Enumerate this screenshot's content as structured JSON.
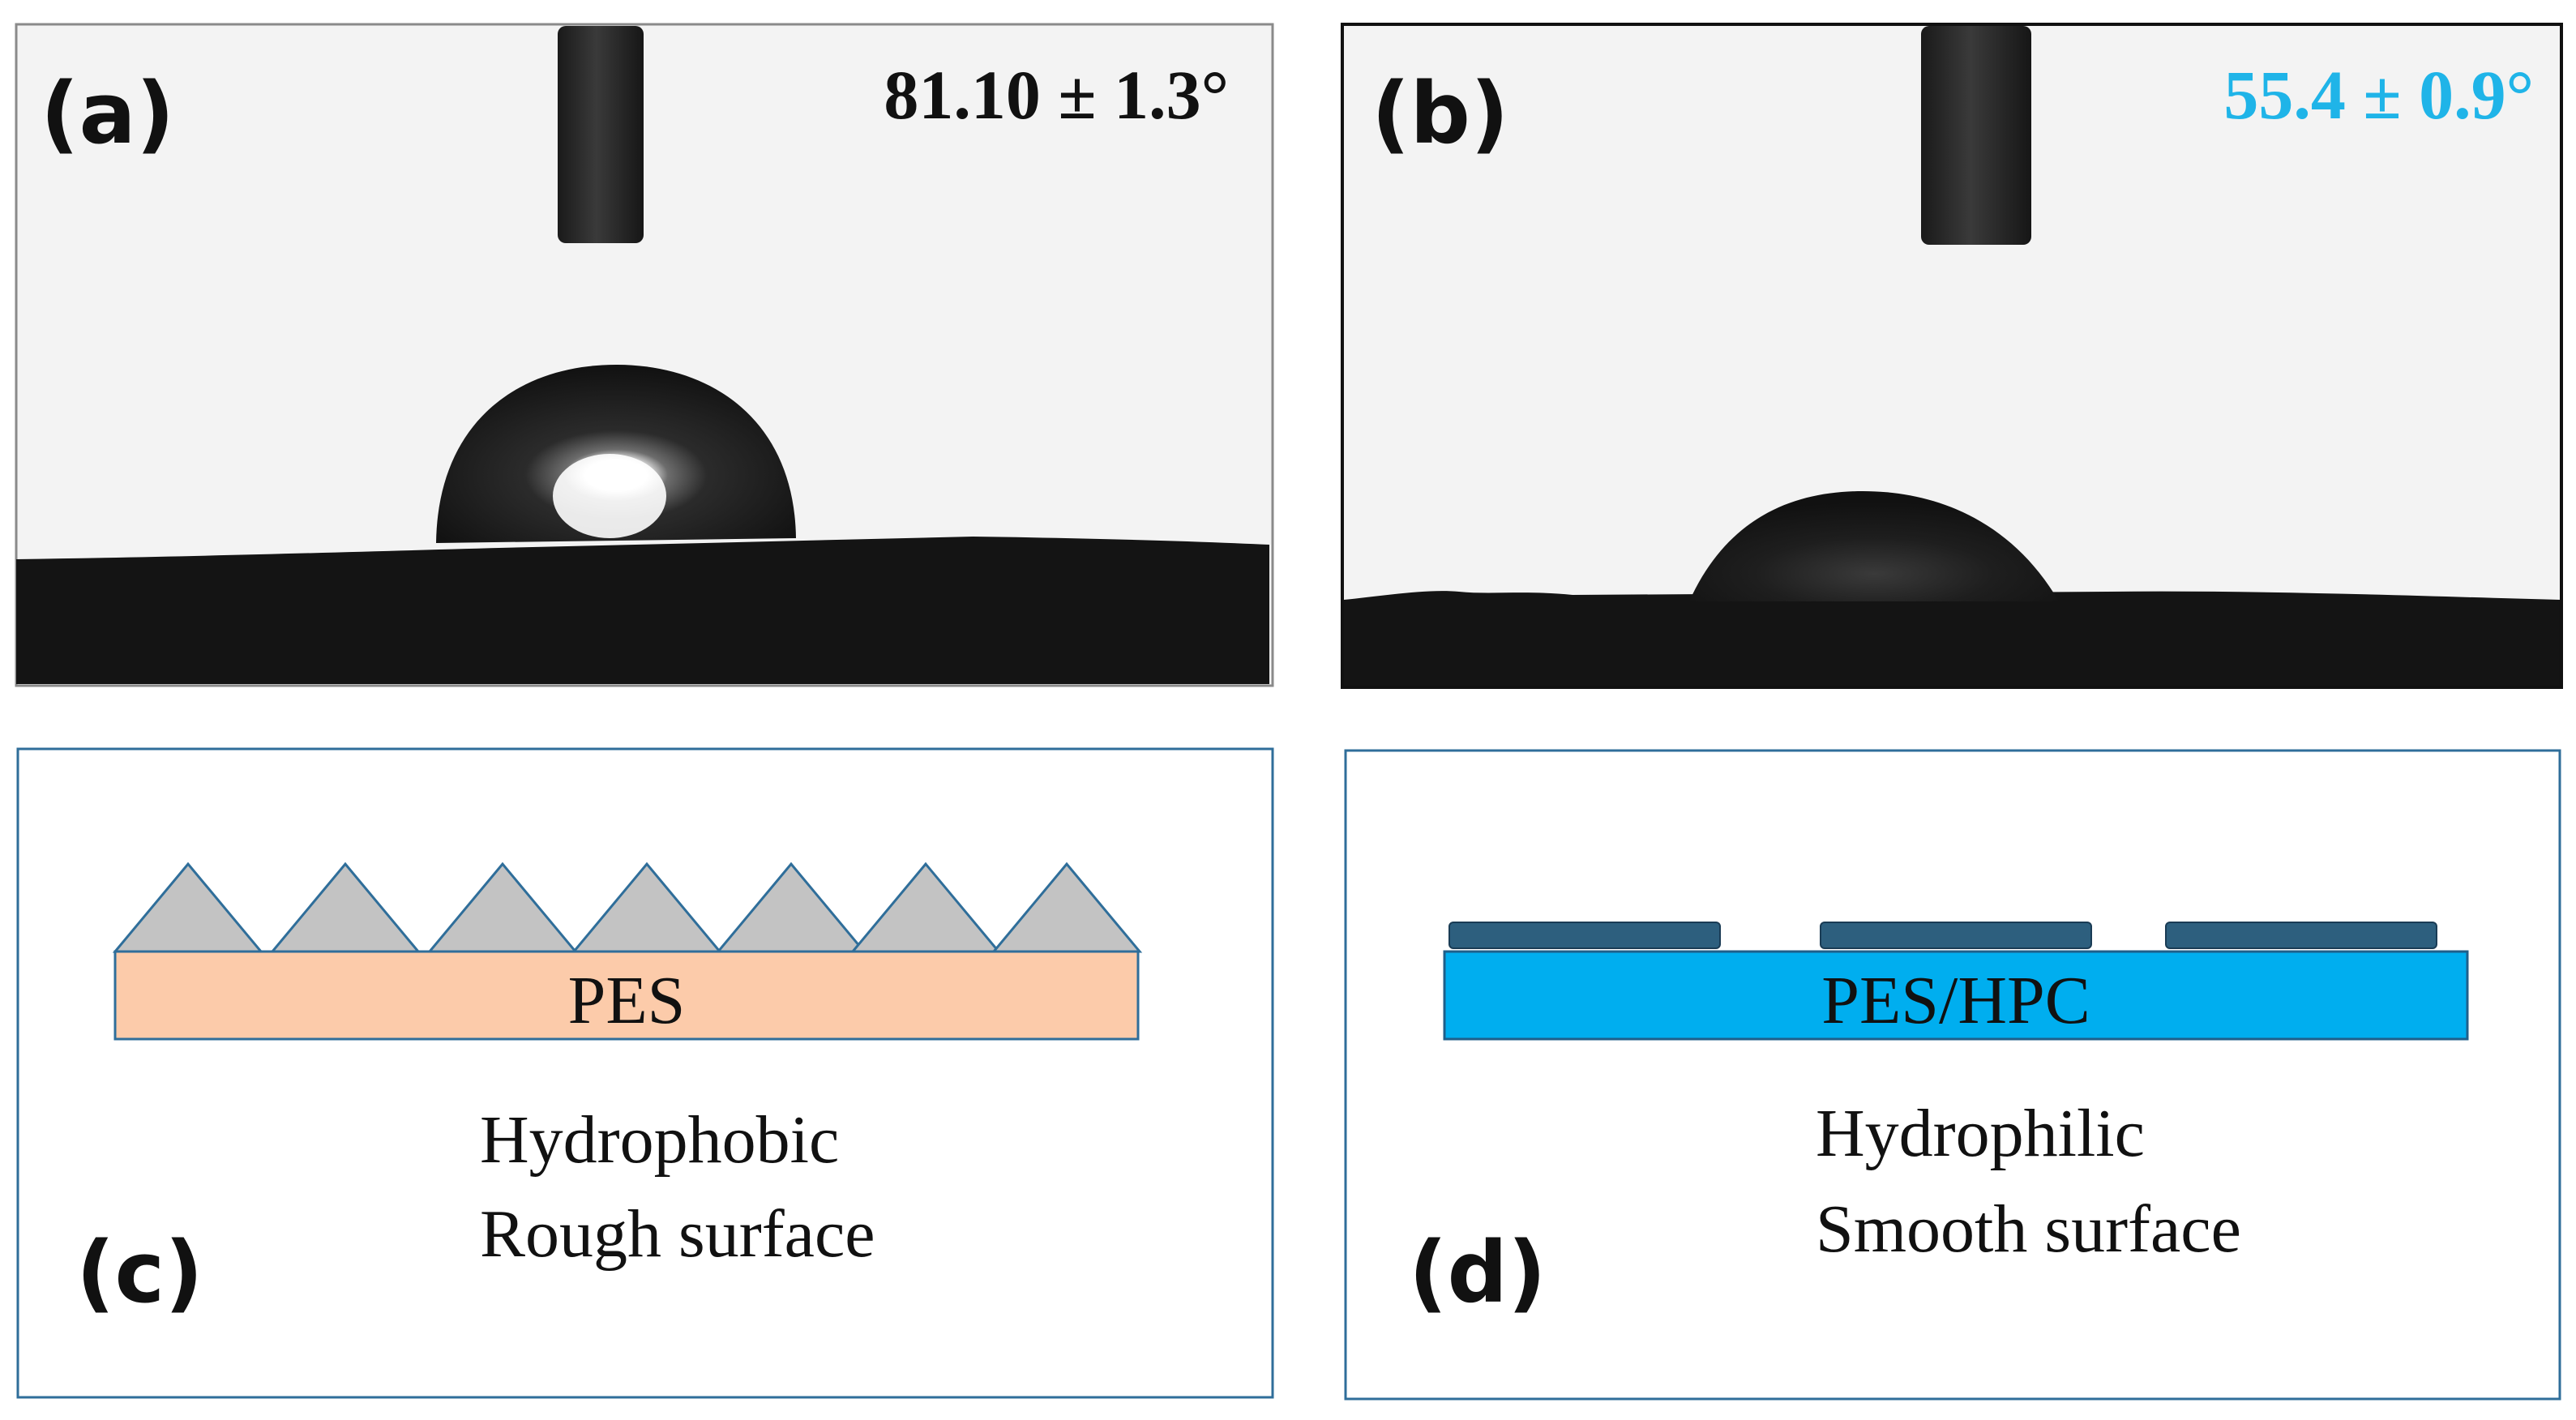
{
  "panels": {
    "a": {
      "label": "(a)",
      "contact_angle": "81.10 ± 1.3°",
      "angle_color": "#111111"
    },
    "b": {
      "label": "(b)",
      "contact_angle": "55.4 ± 0.9°",
      "angle_color": "#1fb4e8"
    },
    "c": {
      "label": "(c)",
      "substrate": "PES",
      "caption_line1": "Hydrophobic",
      "caption_line2": "Rough surface",
      "substrate_color": "#fccbaa",
      "bump_color": "#c3c3c3"
    },
    "d": {
      "label": "(d)",
      "substrate": "PES/HPC",
      "caption_line1": "Hydrophilic",
      "caption_line2": "Smooth surface",
      "substrate_color": "#00aeef",
      "platelet_color": "#2d5f7e"
    }
  },
  "colors": {
    "frame_border": "#2f6e9a",
    "photo_background": "#f3f3f3",
    "photo_dark": "#141414"
  }
}
